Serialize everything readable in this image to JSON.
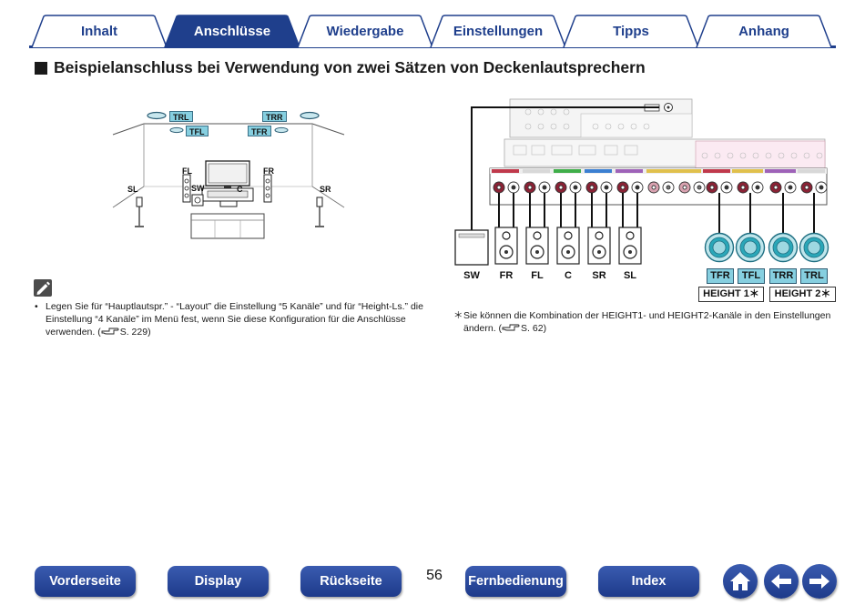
{
  "tabs": [
    {
      "label": "Inhalt",
      "active": false
    },
    {
      "label": "Anschlüsse",
      "active": true
    },
    {
      "label": "Wiedergabe",
      "active": false
    },
    {
      "label": "Einstellungen",
      "active": false
    },
    {
      "label": "Tipps",
      "active": false
    },
    {
      "label": "Anhang",
      "active": false
    }
  ],
  "heading": "Beispielanschluss bei Verwendung von zwei Sätzen von Deckenlautsprechern",
  "room": {
    "labels": {
      "trl": "TRL",
      "trr": "TRR",
      "tfl": "TFL",
      "tfr": "TFR",
      "fl": "FL",
      "fr": "FR",
      "sl": "SL",
      "sr": "SR",
      "sw": "SW",
      "c": "C"
    }
  },
  "receiver": {
    "speaker_labels": [
      "SW",
      "FR",
      "FL",
      "C",
      "SR",
      "SL"
    ],
    "height_tags": [
      "TFR",
      "TFL",
      "TRR",
      "TRL"
    ],
    "height_groups": [
      "HEIGHT 1＊",
      "HEIGHT 2＊"
    ]
  },
  "notes": {
    "left": "Legen Sie für “Hauptlautspr.” - “Layout” die Einstellung “5 Kanäle” und für “Height-Ls.” die Einstellung “4 Kanäle” im Menü fest, wenn Sie diese Konfiguration für die Anschlüsse verwenden.",
    "left_ref": "S. 229)",
    "left_bullet": "•",
    "right_star": "＊",
    "right": "Sie können die Kombination der HEIGHT1- und HEIGHT2-Kanäle in den Einstellungen ändern.",
    "right_ref": "S. 62)"
  },
  "footer": {
    "page_number": "56",
    "buttons": [
      "Vorderseite",
      "Display",
      "Rückseite",
      "Fernbedienung",
      "Index"
    ]
  },
  "colors": {
    "accent": "#1f3f8c",
    "tag_fill": "#86cfe0",
    "ring": "#2aa7b8"
  }
}
